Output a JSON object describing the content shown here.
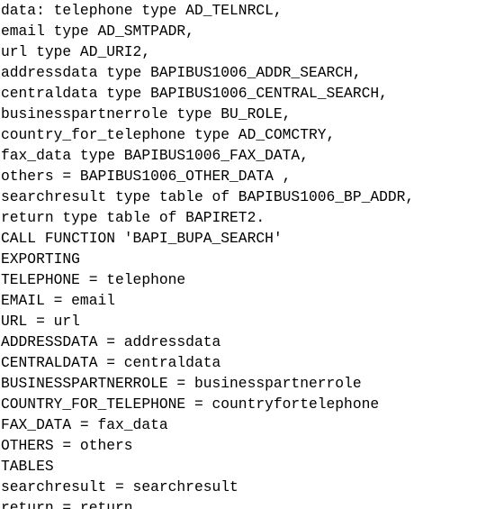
{
  "code": {
    "lines": [
      "data: telephone type AD_TELNRCL,",
      "email type AD_SMTPADR,",
      "url type AD_URI2,",
      "addressdata type BAPIBUS1006_ADDR_SEARCH,",
      "centraldata type BAPIBUS1006_CENTRAL_SEARCH,",
      "businesspartnerrole type BU_ROLE,",
      "country_for_telephone type AD_COMCTRY,",
      "fax_data type BAPIBUS1006_FAX_DATA,",
      "others = BAPIBUS1006_OTHER_DATA ,",
      "searchresult type table of BAPIBUS1006_BP_ADDR,",
      "return type table of BAPIRET2.",
      "CALL FUNCTION 'BAPI_BUPA_SEARCH'",
      "EXPORTING",
      "TELEPHONE = telephone",
      "EMAIL = email",
      "URL = url",
      "ADDRESSDATA = addressdata",
      "CENTRALDATA = centraldata",
      "BUSINESSPARTNERROLE = businesspartnerrole",
      "COUNTRY_FOR_TELEPHONE = countryfortelephone",
      "FAX_DATA = fax_data",
      "OTHERS = others",
      "TABLES",
      "searchresult = searchresult",
      "return = return."
    ]
  }
}
